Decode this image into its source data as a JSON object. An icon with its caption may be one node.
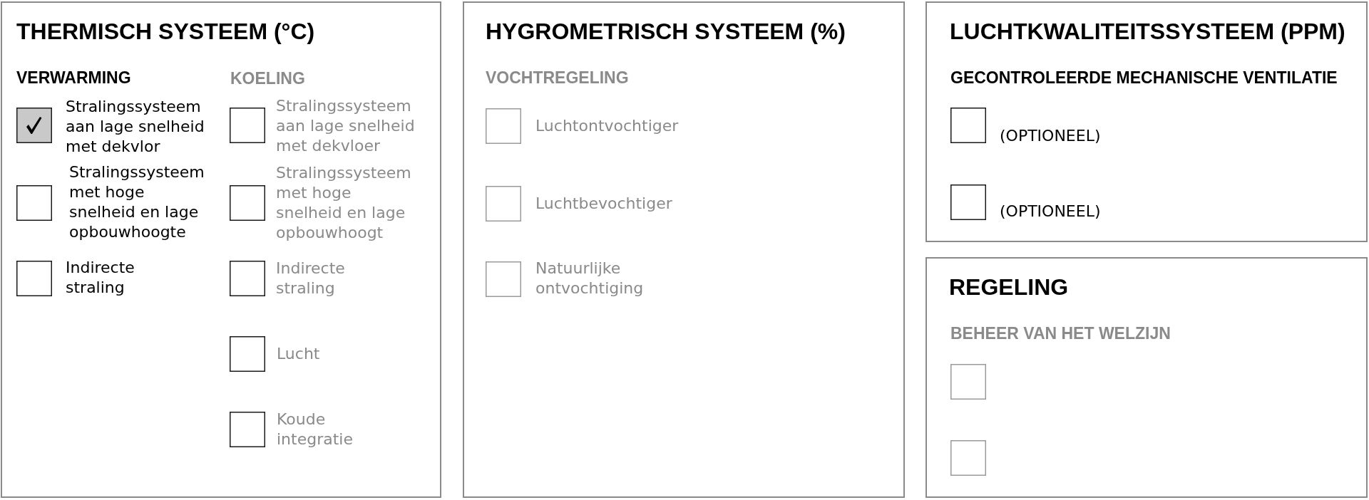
{
  "diagram": {
    "nodes": [
      {
        "text": [
          "THERMISCH SYSTEEM (°C)",
          "VERWARMING",
          "KOELING"
        ]
      },
      {
        "text": [
          "HYGROMETRISCH SYSTEEM (%)",
          "VOCHTREGELING"
        ]
      },
      {
        "text": [
          "LUCHTKWALITEITSSYSTEEM (PPM)",
          "GECONTROLEERDE MECHANISCHE VENTILATIE"
        ]
      },
      {
        "text": [
          "REGELING",
          "BEHEER VAN HET WELZIJN"
        ]
      }
    ],
    "labels": [
      "Stralingssysteem aan lage snelheid met dekvlor",
      "Stralingssysteem met hoge snelheid en lage opbouwhoogte",
      "Indirecte straling",
      "Stralingssysteem aan lage snelheid met dekvloer",
      "Stralingssysteem met hoge snelheid en lage opbouwhoogt",
      "Indirecte straling",
      "Lucht",
      "Koude integratie",
      "Luchtontvochtiger",
      "Luchtbevochtiger",
      "Natuurlijke ontvochtiging",
      "(OPTIONEEL)",
      "(OPTIONEEL)"
    ]
  }
}
